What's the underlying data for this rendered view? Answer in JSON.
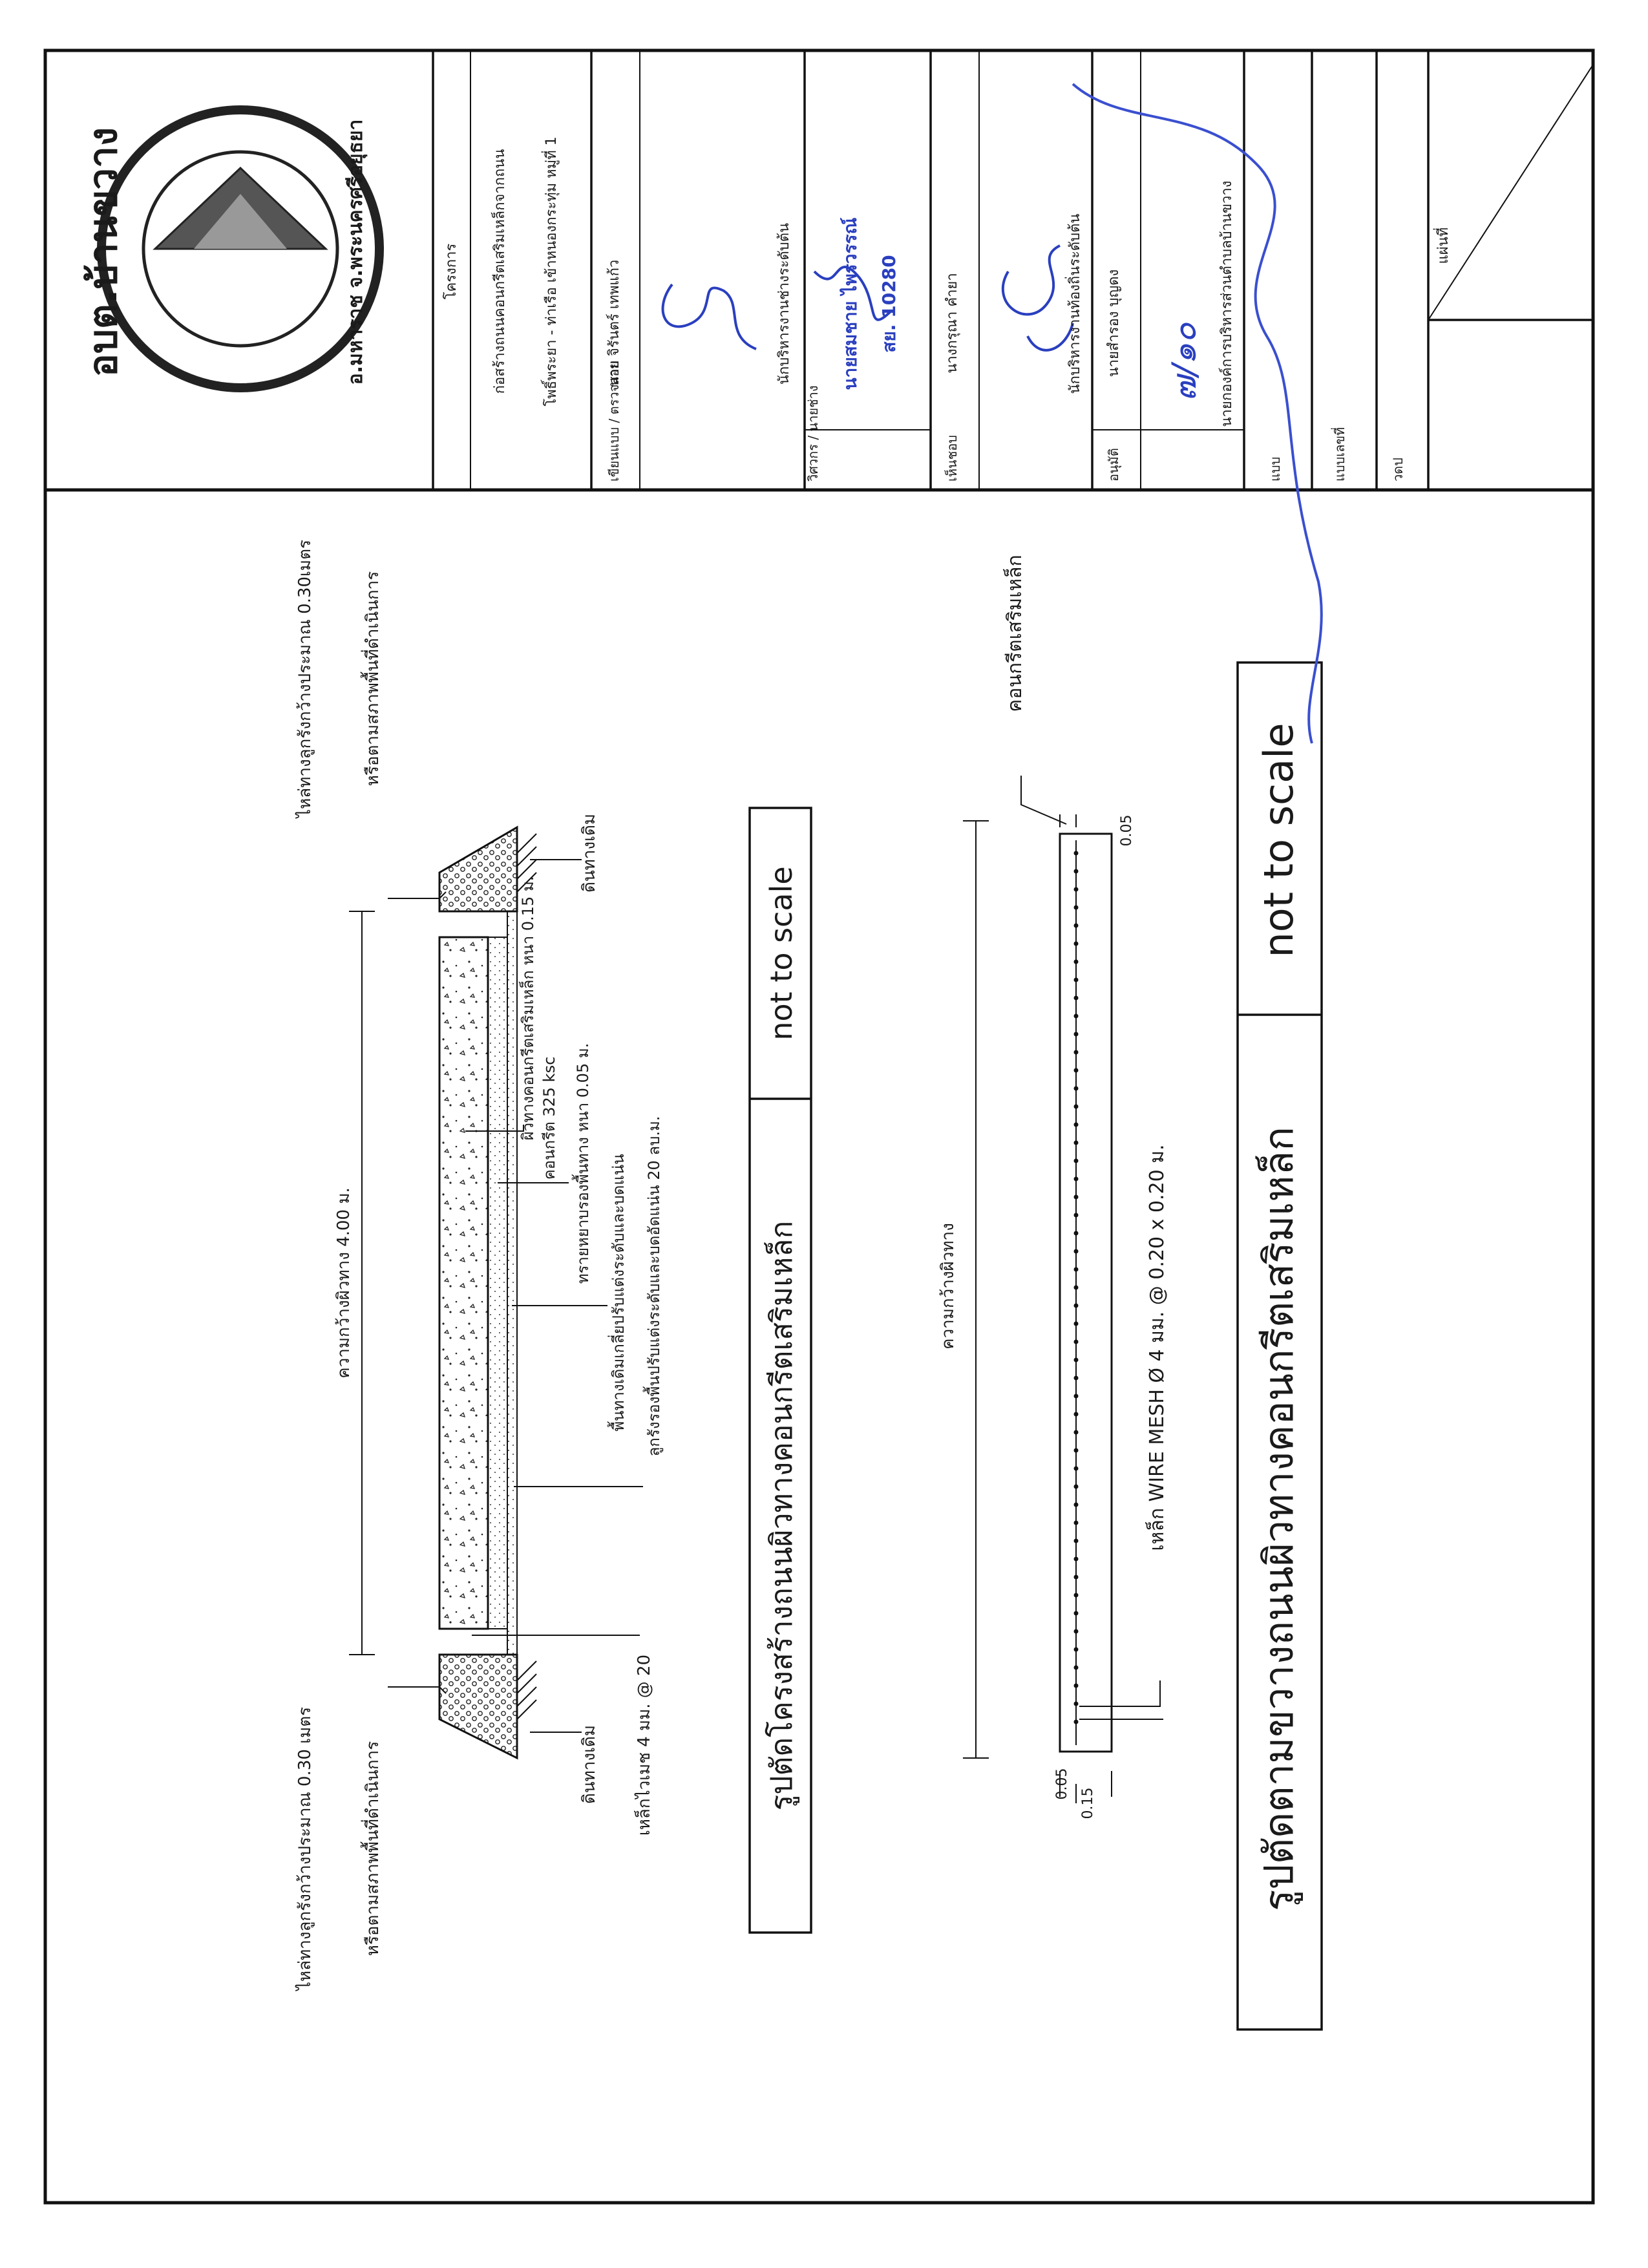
{
  "title_block": {
    "project_label": "โครงการ",
    "project_line1": "ก่อสร้างถนนคอนกรีตเสริมเหล็กจากถนน",
    "project_line2": "โพธิ์พระยา - ท่าเรือ เข้าหนองกระทุ่ม หมู่ที่ 1",
    "designer_label": "เขียนแบบ / ตรวจสอบ",
    "designer_name": "นาย จิรันตร์ เทพแก้ว",
    "designer_position": "นักบริหารงานช่างระดับต้น",
    "engineer_label": "วิศวกร / นายช่าง",
    "engineer_stamp_name": "นายสมชาย ไพรวรรณ์",
    "engineer_stamp_reg": "สย. 10280",
    "approver_label": "เห็นชอบ",
    "approver_name": "นางกรุณา คำยา",
    "approver_position": "นักบริหารงานท้องถิ่นระดับต้น",
    "authorize_label": "อนุมัติ",
    "authorize_name": "นายสำรอง บุญดง",
    "authorize_position": "นายกองค์การบริหารส่วนตำบลบ้านขวาง",
    "plan_label": "แบบ",
    "plan_no_label": "แบบเลขที่",
    "date_label": "วดป",
    "sheet_label": "แผ่นที่"
  },
  "seal": {
    "top_text": "อบต.บ้านขวาง",
    "bottom_text": "อ.มหาราช จ.พระนครศรีอยุธยา"
  },
  "section1": {
    "title": "รูปตัดโครงสร้างถนนผิวทางคอนกรีตเสริมเหล็ก",
    "scale_note": "not to scale",
    "width_label": "ความกว้างผิวทาง 4.00 ม.",
    "shoulder_left_line1": "ไหล่ทางลูกรังกว้างประมาณ 0.30 เมตร",
    "shoulder_left_line2": "หรือตามสภาพพื้นที่ดำเนินการ",
    "shoulder_right_line1": "ไหล่ทางลูกรังกว้างประมาณ 0.30เมตร",
    "shoulder_right_line2": "หรือตามสภาพพื้นที่ดำเนินการ",
    "existing_ground_left": "ดินทางเดิม",
    "existing_ground_right": "ดินทางเดิม",
    "bar_label": "เหล็กไวเมช 4 มม. @ 20",
    "concrete_surface": "ผิวทางคอนกรีตเสริมเหล็ก หนา 0.15 ม.",
    "concrete_strength": "คอนกรีต 325 ksc",
    "sand_layer": "ทรายหยาบรองพื้นทาง หนา 0.05 ม.",
    "subgrade": "พื้นทางเดิมเกลี่ยปรับแต่งระดับและบดแน่น",
    "laterite": "ลูกรังรองพื้นปรับแต่งระดับและบดอัดแน่น  20 ลบ.ม."
  },
  "section2": {
    "title": "รูปตัดตามขวางถนนผิวทางคอนกรีตเสริมเหล็ก",
    "scale_note": "not to scale",
    "width_label": "ความกว้างผิวทาง",
    "concrete_label": "คอนกรีตเสริมเหล็ก",
    "wire_mesh": "เหล็ก WIRE MESH Ø 4 มม. @ 0.20 x 0.20 ม.",
    "dim_top": "0.05",
    "dim_total": "0.15",
    "dim_bottom": "0.05"
  },
  "signatures": {
    "date_scrawl": "๗/๑๐"
  }
}
